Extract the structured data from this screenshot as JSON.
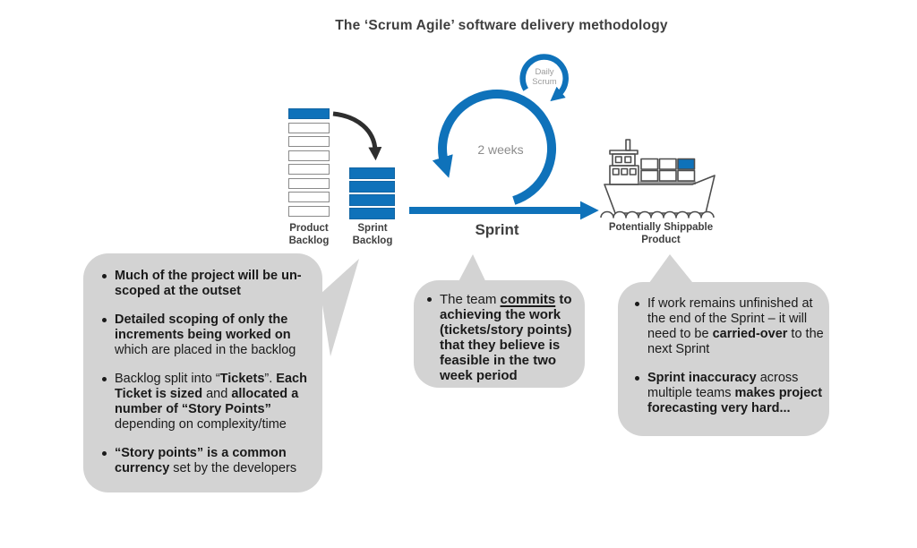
{
  "colors": {
    "accent_blue": "#0F72BA",
    "arrow_black": "#2E2E2E",
    "bubble_gray": "#D3D3D3",
    "heading_text": "#3F3F3F",
    "body_text": "#1A1A1A",
    "muted_gray": "#8C8C8C",
    "outline_gray": "#8A8A8A",
    "ship_outline": "#4D4D4D"
  },
  "title": "The ‘Scrum Agile’ software delivery methodology",
  "diagram": {
    "product_backlog": {
      "label": "Product Backlog",
      "total_items": 8,
      "highlighted_items": 1
    },
    "sprint_backlog": {
      "label": "Sprint Backlog",
      "items": 4
    },
    "sprint_cycle": {
      "duration_label": "2 weeks",
      "daily_loop_label": "Daily Scrum",
      "timeline_label": "Sprint"
    },
    "shippable_product": {
      "label": "Potentially Shippable Product"
    }
  },
  "bubbles": {
    "left": {
      "bullets": [
        {
          "segments": [
            {
              "t": "Much of the project will be un-scoped at the outset",
              "b": 1
            }
          ]
        },
        {
          "segments": [
            {
              "t": "Detailed scoping of only the increments being worked on",
              "b": 1
            },
            {
              "t": " which are placed in the backlog"
            }
          ]
        },
        {
          "segments": [
            {
              "t": "Backlog split into “"
            },
            {
              "t": "Tickets",
              "b": 1
            },
            {
              "t": "”. "
            },
            {
              "t": "Each Ticket is sized",
              "b": 1
            },
            {
              "t": " and "
            },
            {
              "t": "allocated a number of “Story Points”",
              "b": 1
            },
            {
              "t": " depending on complexity/time"
            }
          ]
        },
        {
          "segments": [
            {
              "t": "“Story points” is a common currency",
              "b": 1
            },
            {
              "t": " set by the developers"
            }
          ]
        }
      ]
    },
    "middle": {
      "bullets": [
        {
          "segments": [
            {
              "t": "The team "
            },
            {
              "t": "commits",
              "b": 1,
              "u": 1
            },
            {
              "t": " to achieving the work (tickets/story points) that they believe is feasible in the two week period",
              "b": 1
            }
          ]
        }
      ]
    },
    "right": {
      "bullets": [
        {
          "segments": [
            {
              "t": "If work remains unfinished at the end of the Sprint – it will need to be "
            },
            {
              "t": "carried-over",
              "b": 1
            },
            {
              "t": " to the next Sprint"
            }
          ]
        },
        {
          "segments": [
            {
              "t": "Sprint inaccuracy",
              "b": 1
            },
            {
              "t": " across multiple teams "
            },
            {
              "t": "makes project forecasting very hard...",
              "b": 1
            }
          ]
        }
      ]
    }
  }
}
